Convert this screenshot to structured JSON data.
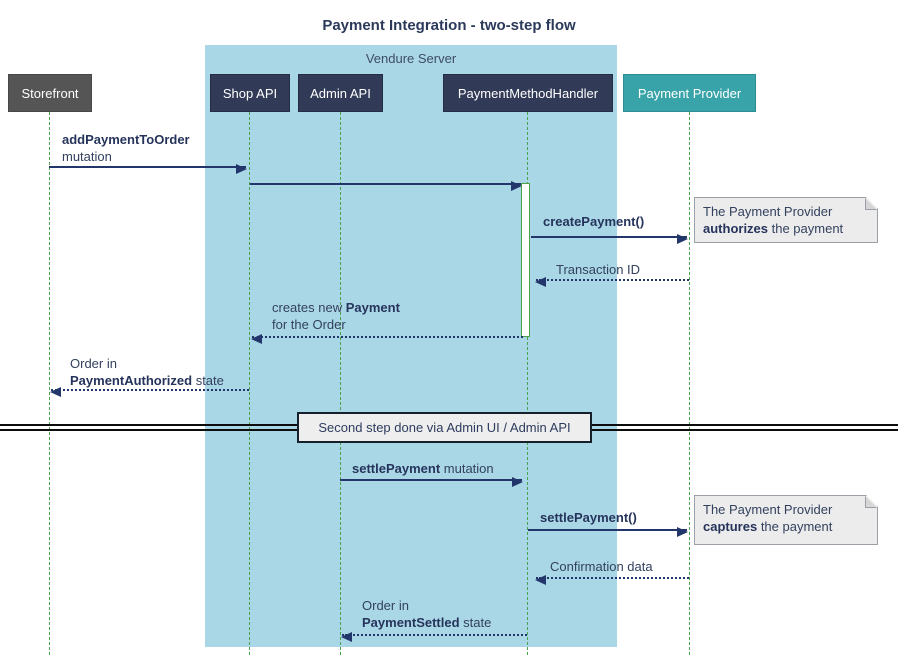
{
  "title": "Payment Integration - two-step flow",
  "frame": {
    "label": "Vendure Server"
  },
  "participants": [
    {
      "label": "Storefront"
    },
    {
      "label": "Shop API"
    },
    {
      "label": "Admin API"
    },
    {
      "label": "PaymentMethodHandler"
    },
    {
      "label": "Payment Provider"
    }
  ],
  "messages": {
    "m1_line1": "addPaymentToOrder",
    "m1_line2": "mutation",
    "m3": "createPayment()",
    "m4": "Transaction ID",
    "m5_pre": "creates new ",
    "m5_bold": "Payment",
    "m5_line2": "for the Order",
    "m6_line1": "Order in",
    "m6_bold": "PaymentAuthorized",
    "m6_rest": " state",
    "m8_bold": "settlePayment",
    "m8_rest": " mutation",
    "m9": "settlePayment()",
    "m10": "Confirmation data",
    "m11_line1": "Order in",
    "m11_bold": "PaymentSettled",
    "m11_rest": " state"
  },
  "divider": {
    "label": "Second step done via Admin UI / Admin API"
  },
  "notes": {
    "n1_line1": "The Payment Provider",
    "n1_bold": "authorizes",
    "n1_rest": " the payment",
    "n2_line1": "The Payment Provider",
    "n2_bold": "captures",
    "n2_rest": " the payment"
  },
  "colors": {
    "frame_fill": "#a9d7e6",
    "participant_dark": "#313a57",
    "participant_gray": "#555555",
    "participant_teal": "#38a3a8",
    "arrow_navy": "#23366b",
    "lifeline_green": "#4aa24a",
    "note_fill": "#ececec",
    "divider_box_fill": "#eeeeee"
  }
}
